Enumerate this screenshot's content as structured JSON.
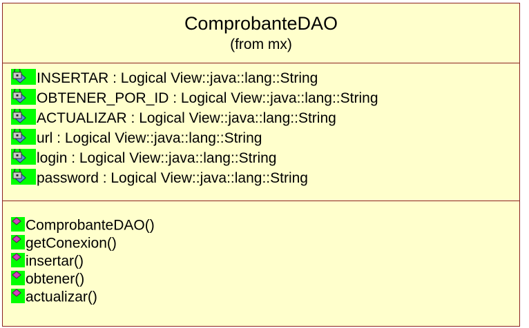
{
  "class": {
    "name": "ComprobanteDAO",
    "stereotype": "(from mx)"
  },
  "attributes": [
    {
      "text": "INSERTAR : Logical View::java::lang::String",
      "icon": "private-attribute-icon"
    },
    {
      "text": "OBTENER_POR_ID : Logical View::java::lang::String",
      "icon": "private-attribute-icon"
    },
    {
      "text": "ACTUALIZAR : Logical View::java::lang::String",
      "icon": "private-attribute-icon"
    },
    {
      "text": "url : Logical View::java::lang::String",
      "icon": "private-attribute-icon"
    },
    {
      "text": "login : Logical View::java::lang::String",
      "icon": "private-attribute-icon"
    },
    {
      "text": "password : Logical View::java::lang::String",
      "icon": "private-attribute-icon"
    }
  ],
  "operations": [
    {
      "text": "ComprobanteDAO()",
      "icon": "public-operation-icon"
    },
    {
      "text": "getConexion()",
      "icon": "public-operation-icon"
    },
    {
      "text": "insertar()",
      "icon": "public-operation-icon"
    },
    {
      "text": "obtener()",
      "icon": "public-operation-icon"
    },
    {
      "text": "actualizar()",
      "icon": "public-operation-icon"
    }
  ],
  "colors": {
    "class_fill": "#ffffcc",
    "border": "#8b2020",
    "icon_highlight": "#00ff00",
    "attribute_diamond": "#5b8fd6",
    "operation_diamond": "#d040c0"
  }
}
